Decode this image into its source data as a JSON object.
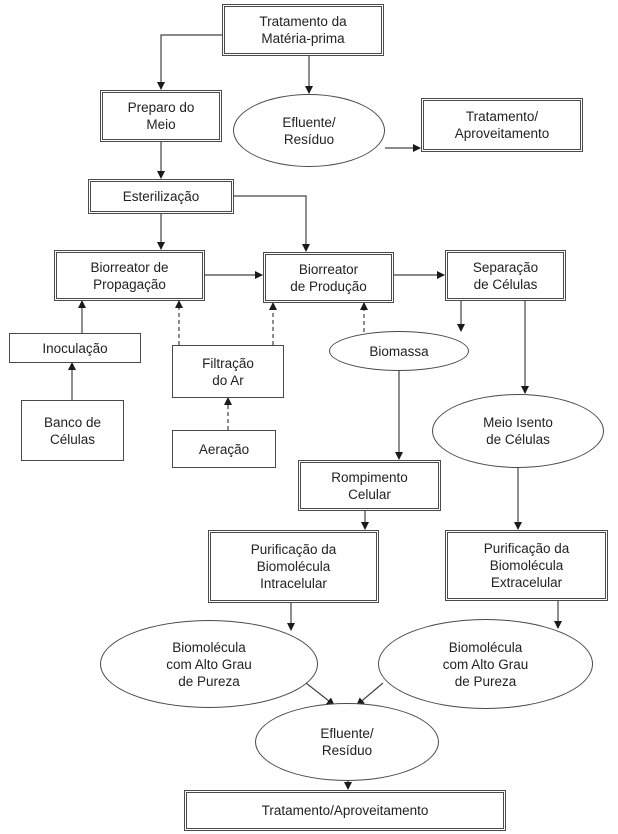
{
  "diagram": {
    "type": "flowchart",
    "nodes": {
      "tratamento_materia_prima": {
        "label": "Tratamento da\nMatéria-prima",
        "shape": "double-box"
      },
      "preparo_meio": {
        "label": "Preparo do\nMeio",
        "shape": "double-box"
      },
      "efluente_top": {
        "label": "Efluente/\nResíduo",
        "shape": "ellipse"
      },
      "tratamento_top": {
        "label": "Tratamento/\nAproveitamento",
        "shape": "double-box"
      },
      "esterilizacao": {
        "label": "Esterilização",
        "shape": "double-box"
      },
      "biorreator_propagacao": {
        "label": "Biorreator de\nPropagação",
        "shape": "double-box"
      },
      "biorreator_producao": {
        "label": "Biorreator\nde Produção",
        "shape": "double-box"
      },
      "separacao_celulas": {
        "label": "Separação\nde Células",
        "shape": "double-box"
      },
      "inoculacao": {
        "label": "Inoculação",
        "shape": "box"
      },
      "banco_celulas": {
        "label": "Banco de\nCélulas",
        "shape": "box"
      },
      "filtracao_ar": {
        "label": "Filtração\ndo Ar",
        "shape": "box"
      },
      "aeracao": {
        "label": "Aeração",
        "shape": "box"
      },
      "biomassa": {
        "label": "Biomassa",
        "shape": "ellipse"
      },
      "meio_isento": {
        "label": "Meio Isento\nde Células",
        "shape": "ellipse"
      },
      "rompimento_celular": {
        "label": "Rompimento\nCelular",
        "shape": "double-box"
      },
      "purificacao_intra": {
        "label": "Purificação da\nBiomolécula\nIntracelular",
        "shape": "double-box"
      },
      "purificacao_extra": {
        "label": "Purificação da\nBiomolécula\nExtracelular",
        "shape": "double-box"
      },
      "biomolecula_left": {
        "label": "Biomolécula\ncom Alto Grau\nde Pureza",
        "shape": "ellipse"
      },
      "biomolecula_right": {
        "label": "Biomolécula\ncom Alto Grau\nde Pureza",
        "shape": "ellipse"
      },
      "efluente_bottom": {
        "label": "Efluente/\nResíduo",
        "shape": "ellipse"
      },
      "tratamento_bottom": {
        "label": "Tratamento/Aproveitamento",
        "shape": "double-box"
      }
    },
    "edges": [
      {
        "from": "tratamento_materia_prima",
        "to": "preparo_meio",
        "style": "solid"
      },
      {
        "from": "tratamento_materia_prima",
        "to": "efluente_top",
        "style": "solid"
      },
      {
        "from": "efluente_top",
        "to": "tratamento_top",
        "style": "solid"
      },
      {
        "from": "preparo_meio",
        "to": "esterilizacao",
        "style": "solid"
      },
      {
        "from": "esterilizacao",
        "to": "biorreator_propagacao",
        "style": "solid"
      },
      {
        "from": "esterilizacao",
        "to": "biorreator_producao",
        "style": "solid"
      },
      {
        "from": "biorreator_propagacao",
        "to": "biorreator_producao",
        "style": "solid"
      },
      {
        "from": "biorreator_producao",
        "to": "separacao_celulas",
        "style": "solid"
      },
      {
        "from": "inoculacao",
        "to": "biorreator_propagacao",
        "style": "solid"
      },
      {
        "from": "banco_celulas",
        "to": "inoculacao",
        "style": "solid"
      },
      {
        "from": "filtracao_ar",
        "to": "biorreator_propagacao",
        "style": "dashed"
      },
      {
        "from": "filtracao_ar",
        "to": "biorreator_producao",
        "style": "dashed"
      },
      {
        "from": "aeracao",
        "to": "filtracao_ar",
        "style": "dashed"
      },
      {
        "from": "biomassa",
        "to": "biorreator_producao",
        "style": "dashed"
      },
      {
        "from": "separacao_celulas",
        "to": "biomassa",
        "style": "solid"
      },
      {
        "from": "separacao_celulas",
        "to": "meio_isento",
        "style": "solid"
      },
      {
        "from": "biomassa",
        "to": "rompimento_celular",
        "style": "solid"
      },
      {
        "from": "meio_isento",
        "to": "purificacao_extra",
        "style": "solid"
      },
      {
        "from": "rompimento_celular",
        "to": "purificacao_intra",
        "style": "solid"
      },
      {
        "from": "purificacao_intra",
        "to": "biomolecula_left",
        "style": "solid"
      },
      {
        "from": "purificacao_extra",
        "to": "biomolecula_right",
        "style": "solid"
      },
      {
        "from": "biomolecula_left",
        "to": "efluente_bottom",
        "style": "solid"
      },
      {
        "from": "biomolecula_right",
        "to": "efluente_bottom",
        "style": "solid"
      },
      {
        "from": "efluente_bottom",
        "to": "tratamento_bottom",
        "style": "solid"
      }
    ]
  }
}
